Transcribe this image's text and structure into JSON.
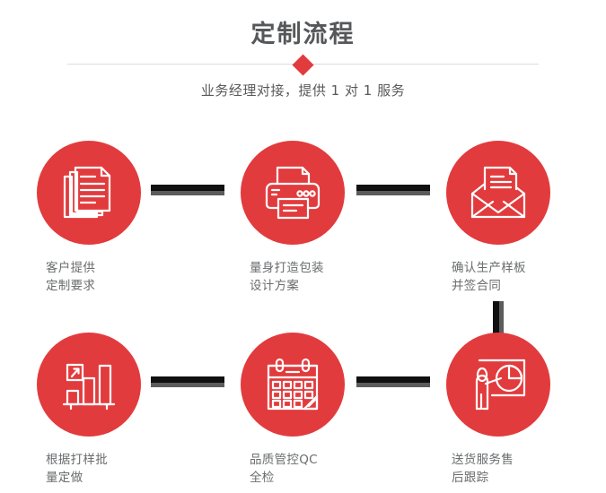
{
  "header": {
    "title": "定制流程",
    "subtitle": "业务经理对接，提供 1 对 1 服务",
    "divider_icon": "diamond-icon"
  },
  "colors": {
    "brand_red": "#e23b3d",
    "title_gray": "#555759",
    "label_gray": "#6a6c6e",
    "divider_gray": "#dcdcdc",
    "connector_black": "#101010",
    "connector_shadow": "#5c5c5c"
  },
  "steps": [
    {
      "index": 1,
      "icon": "documents-stack-icon",
      "label": "客户提供\n定制要求"
    },
    {
      "index": 2,
      "icon": "printer-icon",
      "label": "量身打造包装\n设计方案"
    },
    {
      "index": 3,
      "icon": "envelope-document-icon",
      "label": "确认生产样板\n并签合同"
    },
    {
      "index": 4,
      "icon": "bar-chart-growth-icon",
      "label": "根据打样批\n量定做"
    },
    {
      "index": 5,
      "icon": "calendar-icon",
      "label": "品质管控QC\n全检"
    },
    {
      "index": 6,
      "icon": "presenter-pie-chart-icon",
      "label": "送货服务售\n后跟踪"
    }
  ],
  "connectors": [
    {
      "name": "connector-step1-step2",
      "orientation": "horizontal"
    },
    {
      "name": "connector-step2-step3",
      "orientation": "horizontal"
    },
    {
      "name": "connector-step3-step4",
      "orientation": "vertical"
    },
    {
      "name": "connector-step4-step5",
      "orientation": "horizontal"
    },
    {
      "name": "connector-step5-step6",
      "orientation": "horizontal"
    }
  ]
}
